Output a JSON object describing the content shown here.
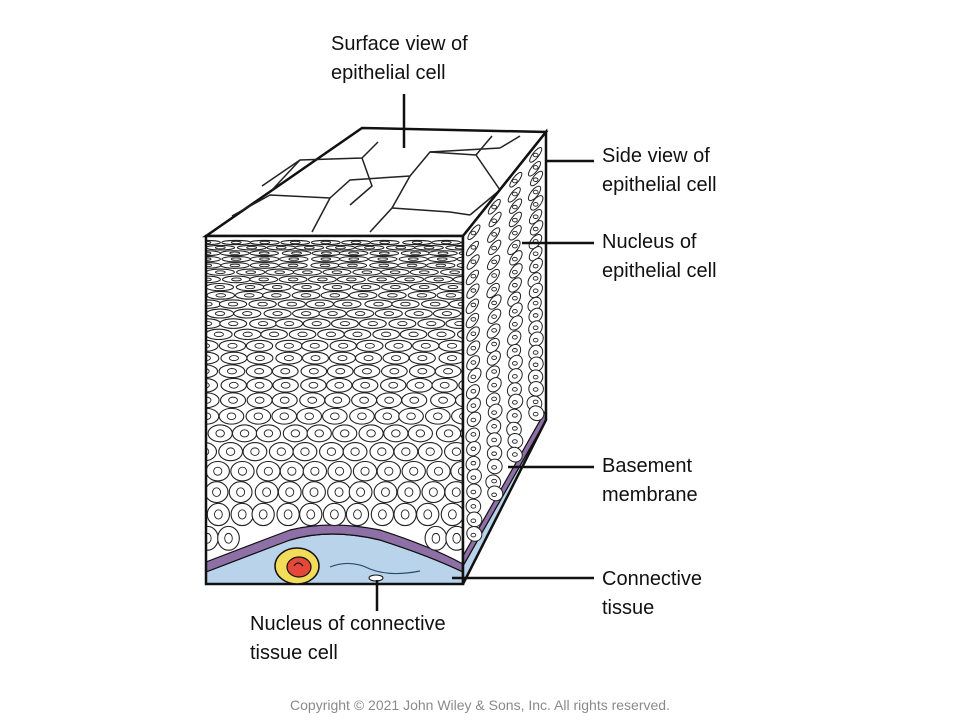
{
  "labels": {
    "surface_view": [
      "Surface view of",
      "epithelial cell"
    ],
    "side_view": [
      "Side view of",
      "epithelial cell"
    ],
    "nucleus_epithelial": [
      "Nucleus of",
      "epithelial cell"
    ],
    "basement_membrane": [
      "Basement",
      "membrane"
    ],
    "connective_tissue": [
      "Connective",
      "tissue"
    ],
    "nucleus_connective": [
      "Nucleus of connective",
      "tissue cell"
    ]
  },
  "copyright": "Copyright © 2021 John Wiley & Sons, Inc. All rights reserved.",
  "colors": {
    "outline": "#111111",
    "cell_fill": "#ffffff",
    "basement_membrane": "#8e6fa6",
    "connective_tissue": "#b9d3ea",
    "connective_nucleus_outer": "#f2dc5a",
    "connective_nucleus_inner": "#e5483a"
  }
}
